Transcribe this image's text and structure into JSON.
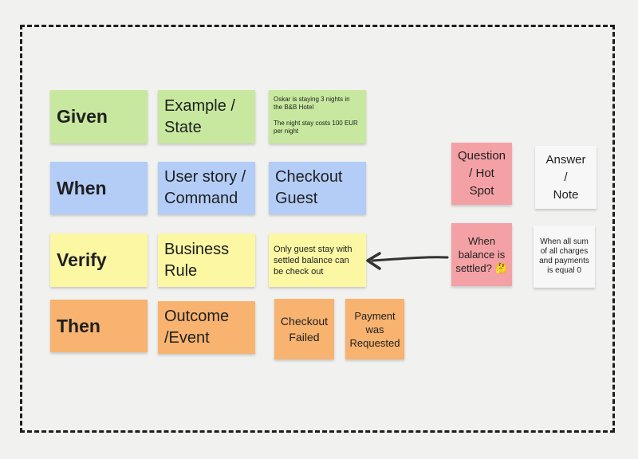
{
  "colors": {
    "green": "#c8e89f",
    "blue": "#b3cdf7",
    "yellow": "#fbf7a3",
    "orange": "#f7b36f",
    "pink": "#f4a1a6",
    "white": "#f7f7f7"
  },
  "rows": {
    "given": {
      "label": "Given",
      "type_lines": [
        "Example /",
        "State"
      ],
      "example_lines": [
        "Oskar is staying 3 nights in",
        "the B&B Hotel",
        "",
        "The night stay costs 100 EUR",
        "per night"
      ]
    },
    "when": {
      "label": "When",
      "type_lines": [
        "User story /",
        "Command"
      ],
      "example_lines": [
        "Checkout",
        "Guest"
      ]
    },
    "verify": {
      "label": "Verify",
      "type_lines": [
        "Business",
        "Rule"
      ],
      "example_lines": [
        "Only guest stay with",
        "settled balance can",
        "be check out"
      ]
    },
    "then": {
      "label": "Then",
      "type_lines": [
        "Outcome",
        "/Event"
      ],
      "examples": [
        {
          "lines": [
            "Checkout",
            "Failed"
          ]
        },
        {
          "lines": [
            "Payment",
            "was",
            "Requested"
          ]
        }
      ]
    }
  },
  "legend": {
    "question": [
      "Question",
      "/ Hot",
      "Spot"
    ],
    "answer": [
      "Answer",
      "/",
      "Note"
    ]
  },
  "question_note": {
    "lines": [
      "When",
      "balance is",
      "settled? 🤔"
    ]
  },
  "answer_note": {
    "lines": [
      "When all sum",
      "of all charges",
      "and payments",
      "is equal 0"
    ]
  }
}
